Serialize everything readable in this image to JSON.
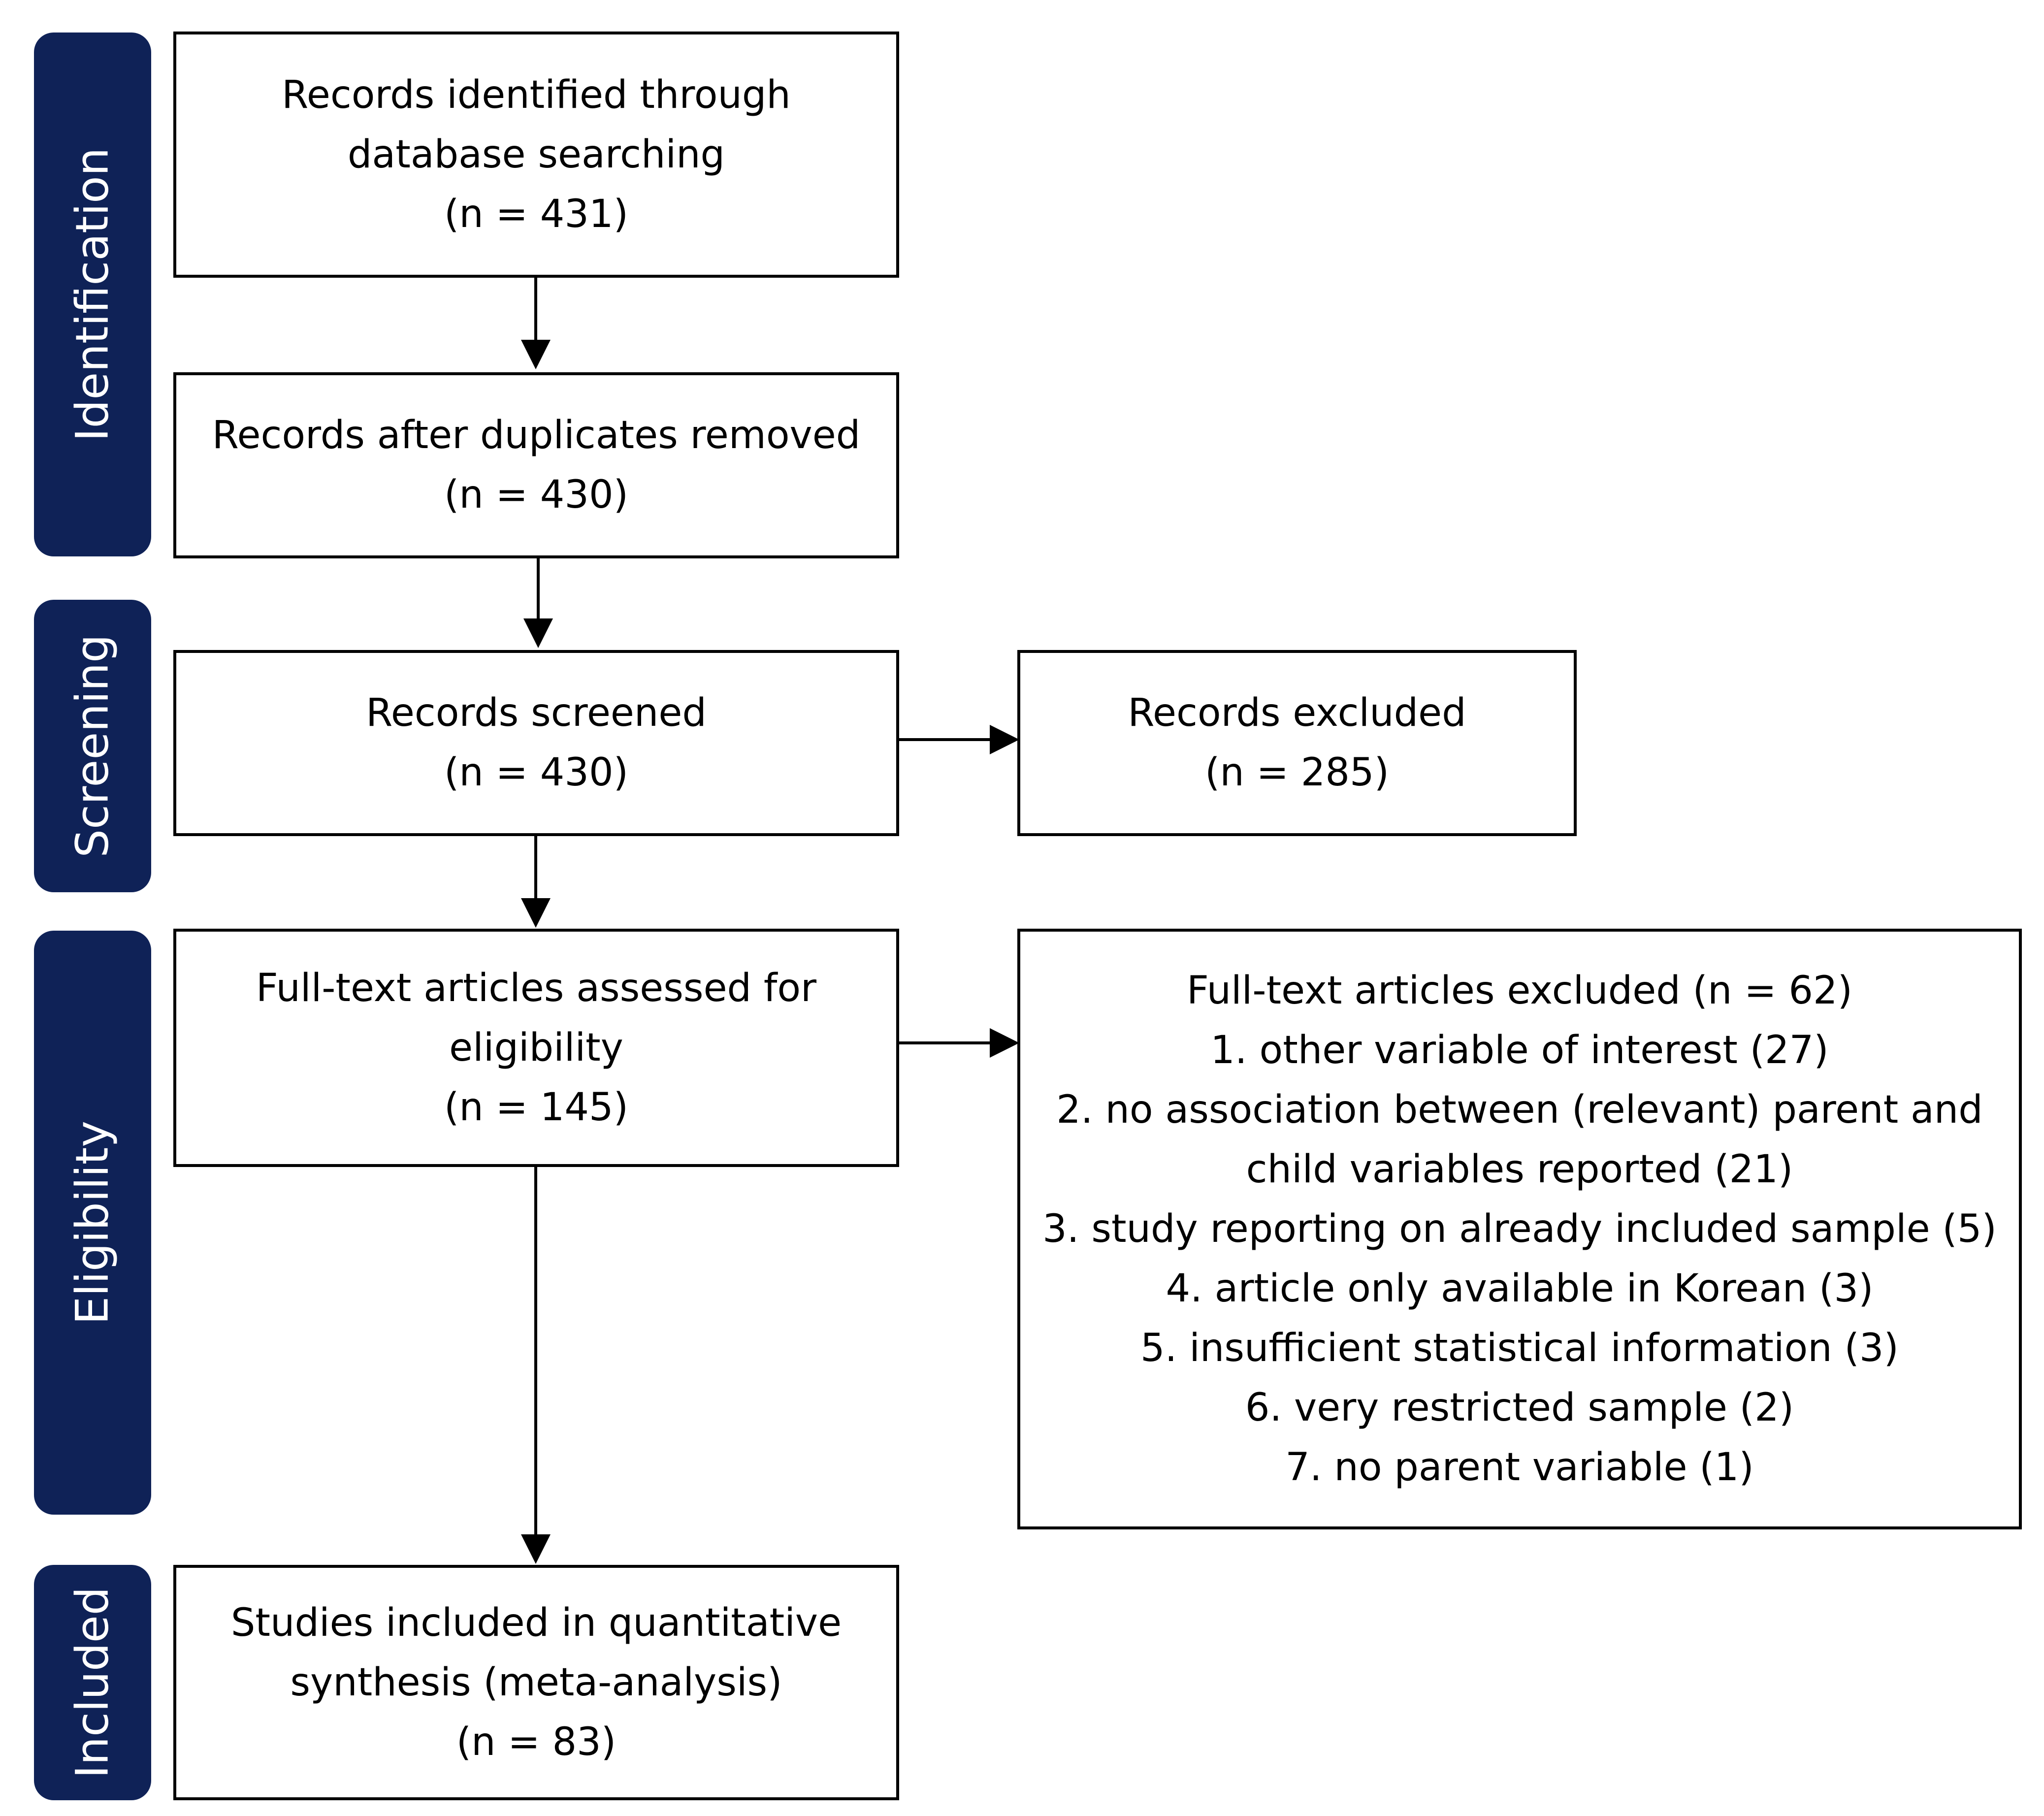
{
  "stages": [
    {
      "id": "identification",
      "label": "Identification"
    },
    {
      "id": "screening",
      "label": "Screening"
    },
    {
      "id": "eligibility",
      "label": "Eligibility"
    },
    {
      "id": "included",
      "label": "Included"
    }
  ],
  "boxes": {
    "identified": {
      "lines": [
        "Records identified through",
        "database searching",
        "(n = 431)"
      ]
    },
    "duplicates_removed": {
      "lines": [
        "Records after duplicates removed",
        "(n = 430)"
      ]
    },
    "screened": {
      "lines": [
        "Records screened",
        "(n = 430)"
      ]
    },
    "excluded": {
      "lines": [
        "Records excluded",
        "(n = 285)"
      ]
    },
    "fulltext_assessed": {
      "lines": [
        "Full-text articles assessed for",
        "eligibility",
        "(n = 145)"
      ]
    },
    "fulltext_excluded": {
      "lines": [
        "Full-text articles excluded (n = 62)",
        "1. other variable of interest (27)",
        "2. no association between (relevant) parent and",
        "child variables reported (21)",
        "3. study reporting on already included sample (5)",
        "4. article only available in Korean (3)",
        "5. insufficient statistical information (3)",
        "6. very restricted sample (2)",
        "7. no parent variable (1)"
      ]
    },
    "included": {
      "lines": [
        "Studies included in quantitative",
        "synthesis (meta-analysis)",
        "(n = 83)"
      ]
    }
  },
  "colors": {
    "stage_bar": "#0f2257",
    "stage_text": "#ffffff",
    "box_border": "#000000",
    "arrow": "#000000"
  }
}
